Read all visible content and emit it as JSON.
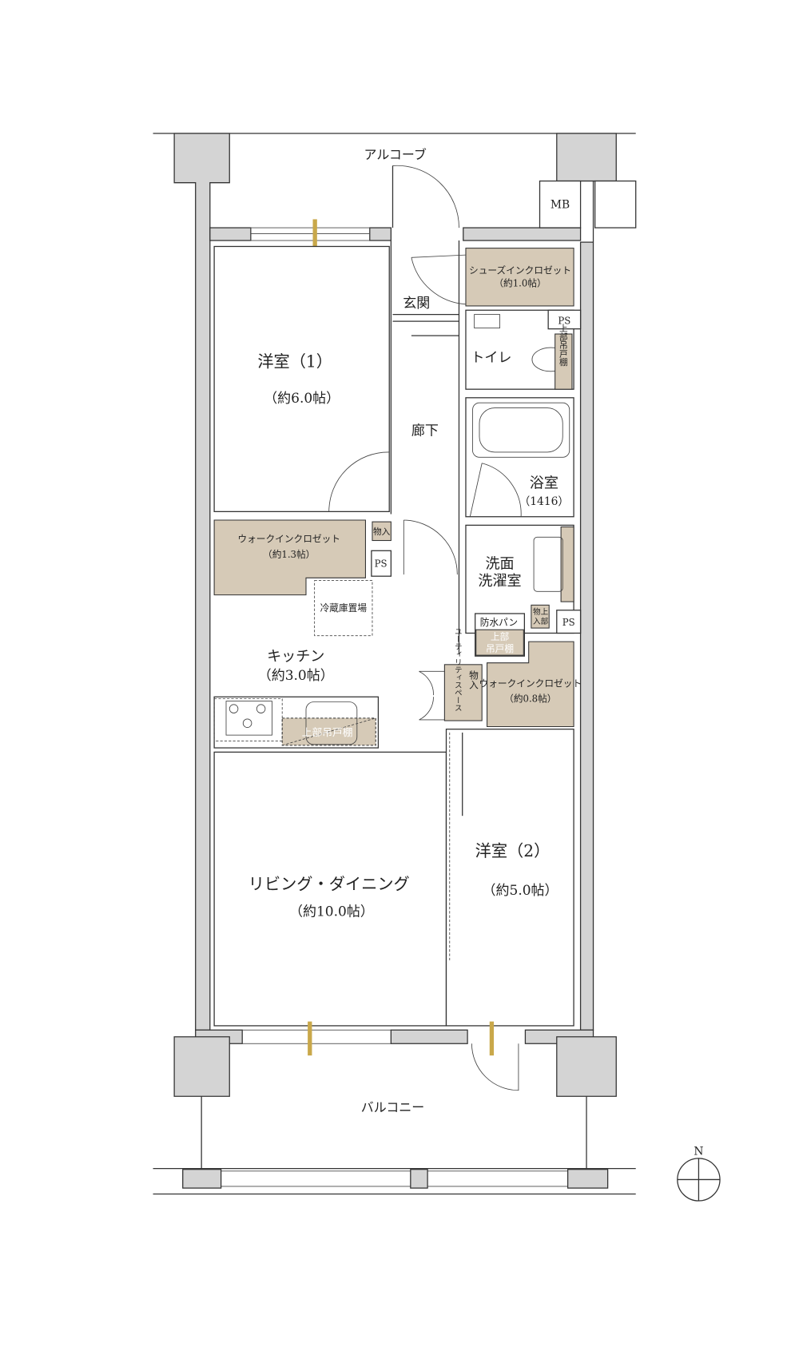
{
  "colors": {
    "wall": "#d4d4d4",
    "storage": "#d6cab7",
    "window_marker": "#c9a84a"
  },
  "labels": {
    "alcove": "アルコーブ",
    "mb": "MB",
    "shoe_closet": "シューズインクロゼット",
    "shoe_closet_size": "（約1.0帖）",
    "entrance": "玄関",
    "ps": "PS",
    "toilet": "トイレ",
    "upper_cabinet_vertical": "上部吊戸棚",
    "western1": "洋室（1）",
    "western1_size": "（約6.0帖）",
    "hallway": "廊下",
    "bath": "浴室",
    "bath_size": "（1416）",
    "wic1": "ウォークインクロゼット",
    "wic1_size": "（約1.3帖）",
    "storage": "物入",
    "fridge": "冷蔵庫置場",
    "washroom_line1": "洗面",
    "washroom_line2": "洗濯室",
    "waterproof_pan": "防水パン",
    "upper_cabinet_line1": "上部",
    "upper_cabinet_line2": "吊戸棚",
    "upper_storage_line1": "物上",
    "upper_storage_line2": "入部",
    "kitchen": "キッチン",
    "kitchen_size": "（約3.0帖）",
    "utility_space": "ユーティリティスペース",
    "storage2": "物入",
    "wic2": "ウォークインクロゼット",
    "wic2_size": "（約0.8帖）",
    "kitchen_upper_cabinet": "上部吊戸棚",
    "western2": "洋室（2）",
    "western2_size": "（約5.0帖）",
    "living": "リビング・ダイニング",
    "living_size": "（約10.0帖）",
    "balcony": "バルコニー",
    "north": "N"
  }
}
